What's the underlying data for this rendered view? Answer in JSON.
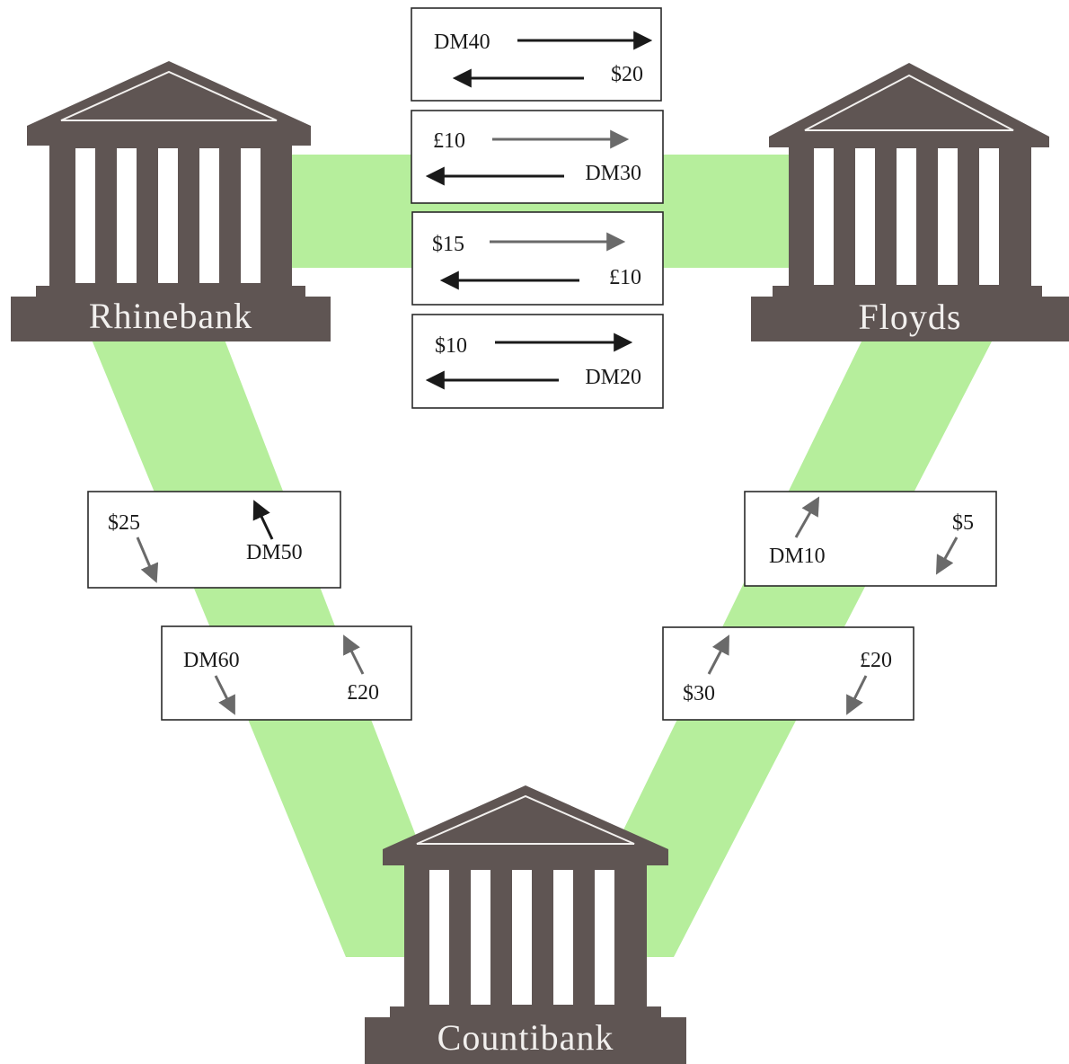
{
  "colors": {
    "link": "#b6ee9c",
    "bank": "#5f5553",
    "bank_text": "#f2f0ee",
    "arrow_dark": "#1a1a1a",
    "arrow_gray": "#6a6a6a",
    "box_border": "#2a2a2a"
  },
  "banks": {
    "rhinebank": {
      "name": "Rhinebank",
      "icon": "bank-building-icon"
    },
    "floyds": {
      "name": "Floyds",
      "icon": "bank-building-icon"
    },
    "countibank": {
      "name": "Countibank",
      "icon": "bank-building-icon"
    }
  },
  "links": {
    "rhinebank_floyds": {
      "t1": {
        "out": "DM40",
        "in": "$20"
      },
      "t2": {
        "out": "£10",
        "in": "DM30"
      },
      "t3": {
        "out": "$15",
        "in": "£10"
      },
      "t4": {
        "out": "$10",
        "in": "DM20"
      }
    },
    "rhinebank_countibank": {
      "t1": {
        "down": "$25",
        "up": "DM50"
      },
      "t2": {
        "down": "DM60",
        "up": "£20"
      }
    },
    "floyds_countibank": {
      "t1": {
        "up": "DM10",
        "down": "$5"
      },
      "t2": {
        "up": "$30",
        "down": "£20"
      }
    }
  }
}
